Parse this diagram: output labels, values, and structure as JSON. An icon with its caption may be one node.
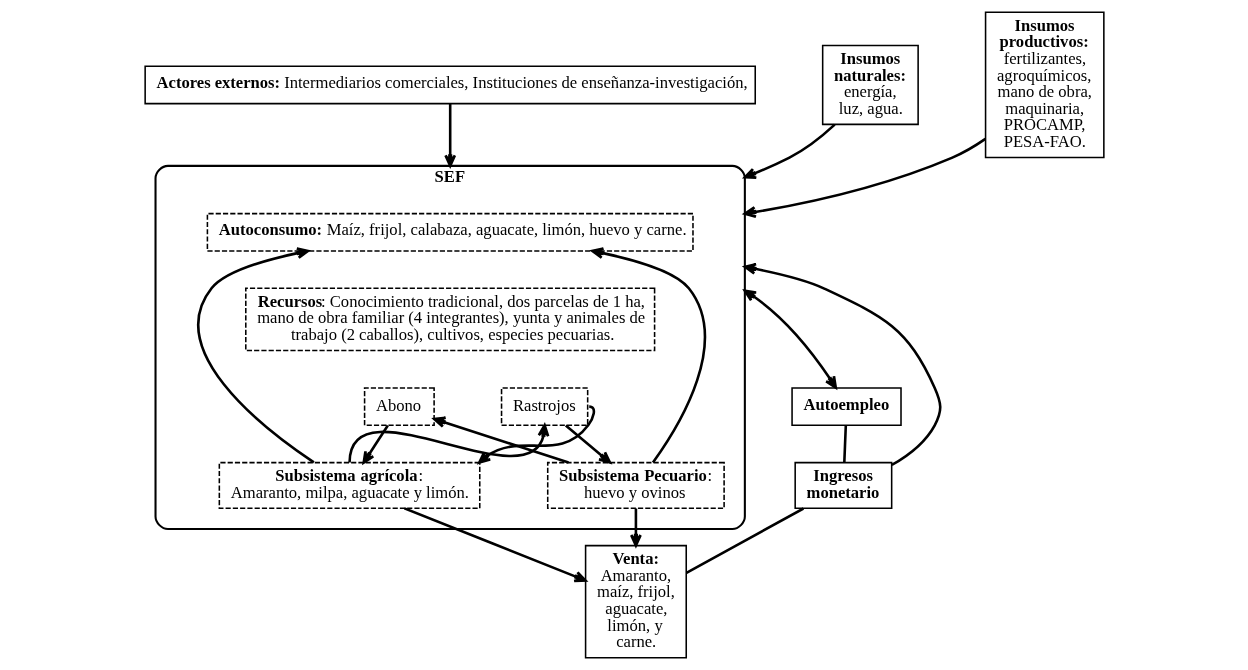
{
  "diagram": {
    "nodes": [
      {
        "text": [
          "**Actores externos:** Intermediarios comerciales, Instituciones de enseñanza-investigación,"
        ]
      },
      {
        "text": [
          "**SEF**"
        ]
      },
      {
        "text": [
          "**Insumos naturales:**",
          "energía, luz, agua."
        ]
      },
      {
        "text": [
          "**Insumos productivos:**",
          "fertilizantes, agroquímicos, mano de obra, maquinaria, PROCAMP, PESA-FAO."
        ]
      },
      {
        "text": [
          "**Autoconsumo:** Maíz, frijol, calabaza, aguacate, limón, huevo y carne."
        ],
        "in": 1
      },
      {
        "text": [
          "**Recursos**: Conocimiento tradicional, dos parcelas de 1 ha, mano de obra familiar (4 integrantes), yunta y animales de trabajo (2 caballos), cultivos, especies pecuarias."
        ],
        "in": 1
      },
      {
        "text": [
          "Rastrojos"
        ],
        "in": 1
      },
      {
        "text": [
          "Abono"
        ],
        "in": 1
      },
      {
        "text": [
          "**Subsistema agrícola**:",
          "Amaranto, milpa, aguacate y limón."
        ],
        "in": 1
      },
      {
        "text": [
          "**Subsistema Pecuario**:",
          "huevo y ovinos"
        ],
        "in": 1
      },
      {
        "text": [
          "**Autoempleo**"
        ]
      },
      {
        "text": [
          "**Ingresos monetario**"
        ]
      },
      {
        "text": [
          "**Venta:**",
          "Amaranto, maíz, frijol, aguacate, limón, y carne."
        ]
      }
    ],
    "edges": [
      {
        "from": 0,
        "to": 1,
        "arrow": "to"
      },
      {
        "from": 2,
        "to": 1,
        "arrow": "to"
      },
      {
        "from": 3,
        "to": 1,
        "arrow": "to"
      },
      {
        "from": 8,
        "to": 4,
        "arrow": "to"
      },
      {
        "from": 8,
        "to": 6,
        "arrow": "to"
      },
      {
        "from": 6,
        "to": 8,
        "arrow": "to"
      },
      {
        "from": 6,
        "to": 9,
        "arrow": "to"
      },
      {
        "from": 7,
        "to": 8,
        "arrow": "to"
      },
      {
        "from": 9,
        "to": 7,
        "arrow": "to"
      },
      {
        "from": 9,
        "to": 4,
        "arrow": "to"
      },
      {
        "from": 9,
        "to": 12,
        "arrow": "to"
      },
      {
        "from": 8,
        "to": 12,
        "arrow": "to"
      },
      {
        "from": 10,
        "to": 1,
        "arrow": "both"
      },
      {
        "from": 10,
        "to": 11,
        "arrow": "none"
      },
      {
        "from": 11,
        "to": 1,
        "arrow": "to"
      },
      {
        "from": 11,
        "to": 12,
        "arrow": "none"
      }
    ]
  }
}
